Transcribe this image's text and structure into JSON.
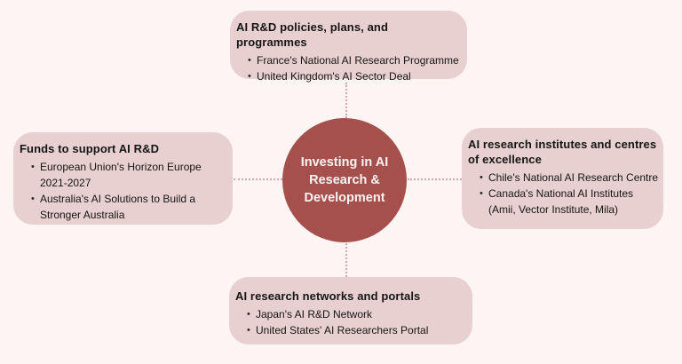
{
  "center": {
    "lines": [
      "Investing in AI",
      "Research &",
      "Development"
    ]
  },
  "nodes": {
    "top": {
      "title": "AI R&D policies, plans, and programmes",
      "items": [
        "France's National AI Research Programme",
        "United Kingdom's AI Sector Deal"
      ]
    },
    "left": {
      "title": "Funds to support AI R&D",
      "items": [
        "European Union's Horizon Europe 2021-2027",
        "Australia's AI Solutions to Build a Stronger Australia"
      ]
    },
    "right": {
      "title": "AI research institutes and centres of excellence",
      "items": [
        "Chile's National AI Research Centre",
        "Canada's National AI Institutes (Amii, Vector Institute, Mila)"
      ]
    },
    "bottom": {
      "title": "AI research networks and portals",
      "items": [
        "Japan's AI R&D Network",
        "United States' AI Researchers Portal"
      ]
    }
  },
  "colors": {
    "background": "#fdf5f4",
    "node_fill": "#e8cfd0",
    "center_fill": "#a6504d",
    "center_text": "#faf4f3",
    "connector_dots": "#d9a8a6",
    "text": "#151515"
  }
}
